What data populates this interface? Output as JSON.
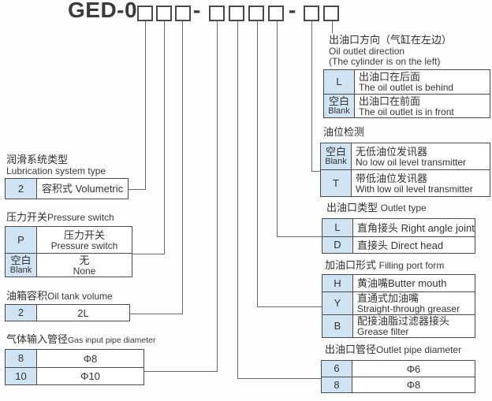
{
  "title": {
    "prefix": "GED-0",
    "separator1": "-",
    "separator2": "-"
  },
  "left_sections": [
    {
      "header_zh": "润滑系统类型",
      "header_en": "Lubrication system type",
      "rows": [
        {
          "code": "2",
          "line1": "容积式 Volumetric"
        }
      ]
    },
    {
      "header_zh": "压力开关",
      "header_en": "Pressure switch",
      "rows": [
        {
          "code": "P",
          "line1": "压力开关",
          "line2": "Pressure switch"
        },
        {
          "code": "空白",
          "code_sub": "Blank",
          "line1": "无",
          "line2": "None"
        }
      ]
    },
    {
      "header_zh": "油箱容积",
      "header_en": "Oil tank volume",
      "rows": [
        {
          "code": "2",
          "line1": "2L"
        }
      ]
    },
    {
      "header_zh": "气体输入管径",
      "header_en": "Gas input pipe diameter",
      "rows": [
        {
          "code": "8",
          "line1": "Φ8"
        },
        {
          "code": "10",
          "line1": "Φ10"
        }
      ]
    }
  ],
  "right_sections": [
    {
      "header_zh": "出油口方向（气缸在左边）",
      "header_en": "Oil outlet direction",
      "header_en2": "(The cylinder is on the left)",
      "rows": [
        {
          "code": "L",
          "line1": "出油口在后面",
          "line2": "The oil outlet is behind"
        },
        {
          "code": "空白",
          "code_sub": "Blank",
          "line1": "出油口在前面",
          "line2": "The oil outlet is in front"
        }
      ]
    },
    {
      "header_zh": "油位检测",
      "rows": [
        {
          "code": "空白",
          "code_sub": "Blank",
          "line1": "无低油位发讯器",
          "line2": "No low oil level transmitter"
        },
        {
          "code": "T",
          "line1": "带低油位发讯器",
          "line2": "With low oil level transmitter"
        }
      ]
    },
    {
      "header_zh": "出油口类型",
      "header_en": "Outlet type",
      "rows": [
        {
          "code": "L",
          "line1": "直角接头 Right angle joint"
        },
        {
          "code": "D",
          "line1": "直接头 Direct head"
        }
      ]
    },
    {
      "header_zh": "加油口形式",
      "header_en": "Filling port form",
      "rows": [
        {
          "code": "H",
          "line1": "黄油嘴Butter mouth"
        },
        {
          "code": "Y",
          "line1": "直通式加油嘴",
          "line2": "Straight-through greaser"
        },
        {
          "code": "B",
          "line1": "配接油脂过滤器接头",
          "line2": "Grease filter"
        }
      ]
    },
    {
      "header_zh": "出油口管径",
      "header_en": "Outlet pipe diameter",
      "rows": [
        {
          "code": "6",
          "line1": "Φ6"
        },
        {
          "code": "8",
          "line1": "Φ8"
        }
      ]
    }
  ],
  "colors": {
    "code_cell_blue": "#cfe3f2",
    "table_border": "#4a4a4a",
    "connector_line": "#6a6a6a",
    "text": "#333333"
  }
}
